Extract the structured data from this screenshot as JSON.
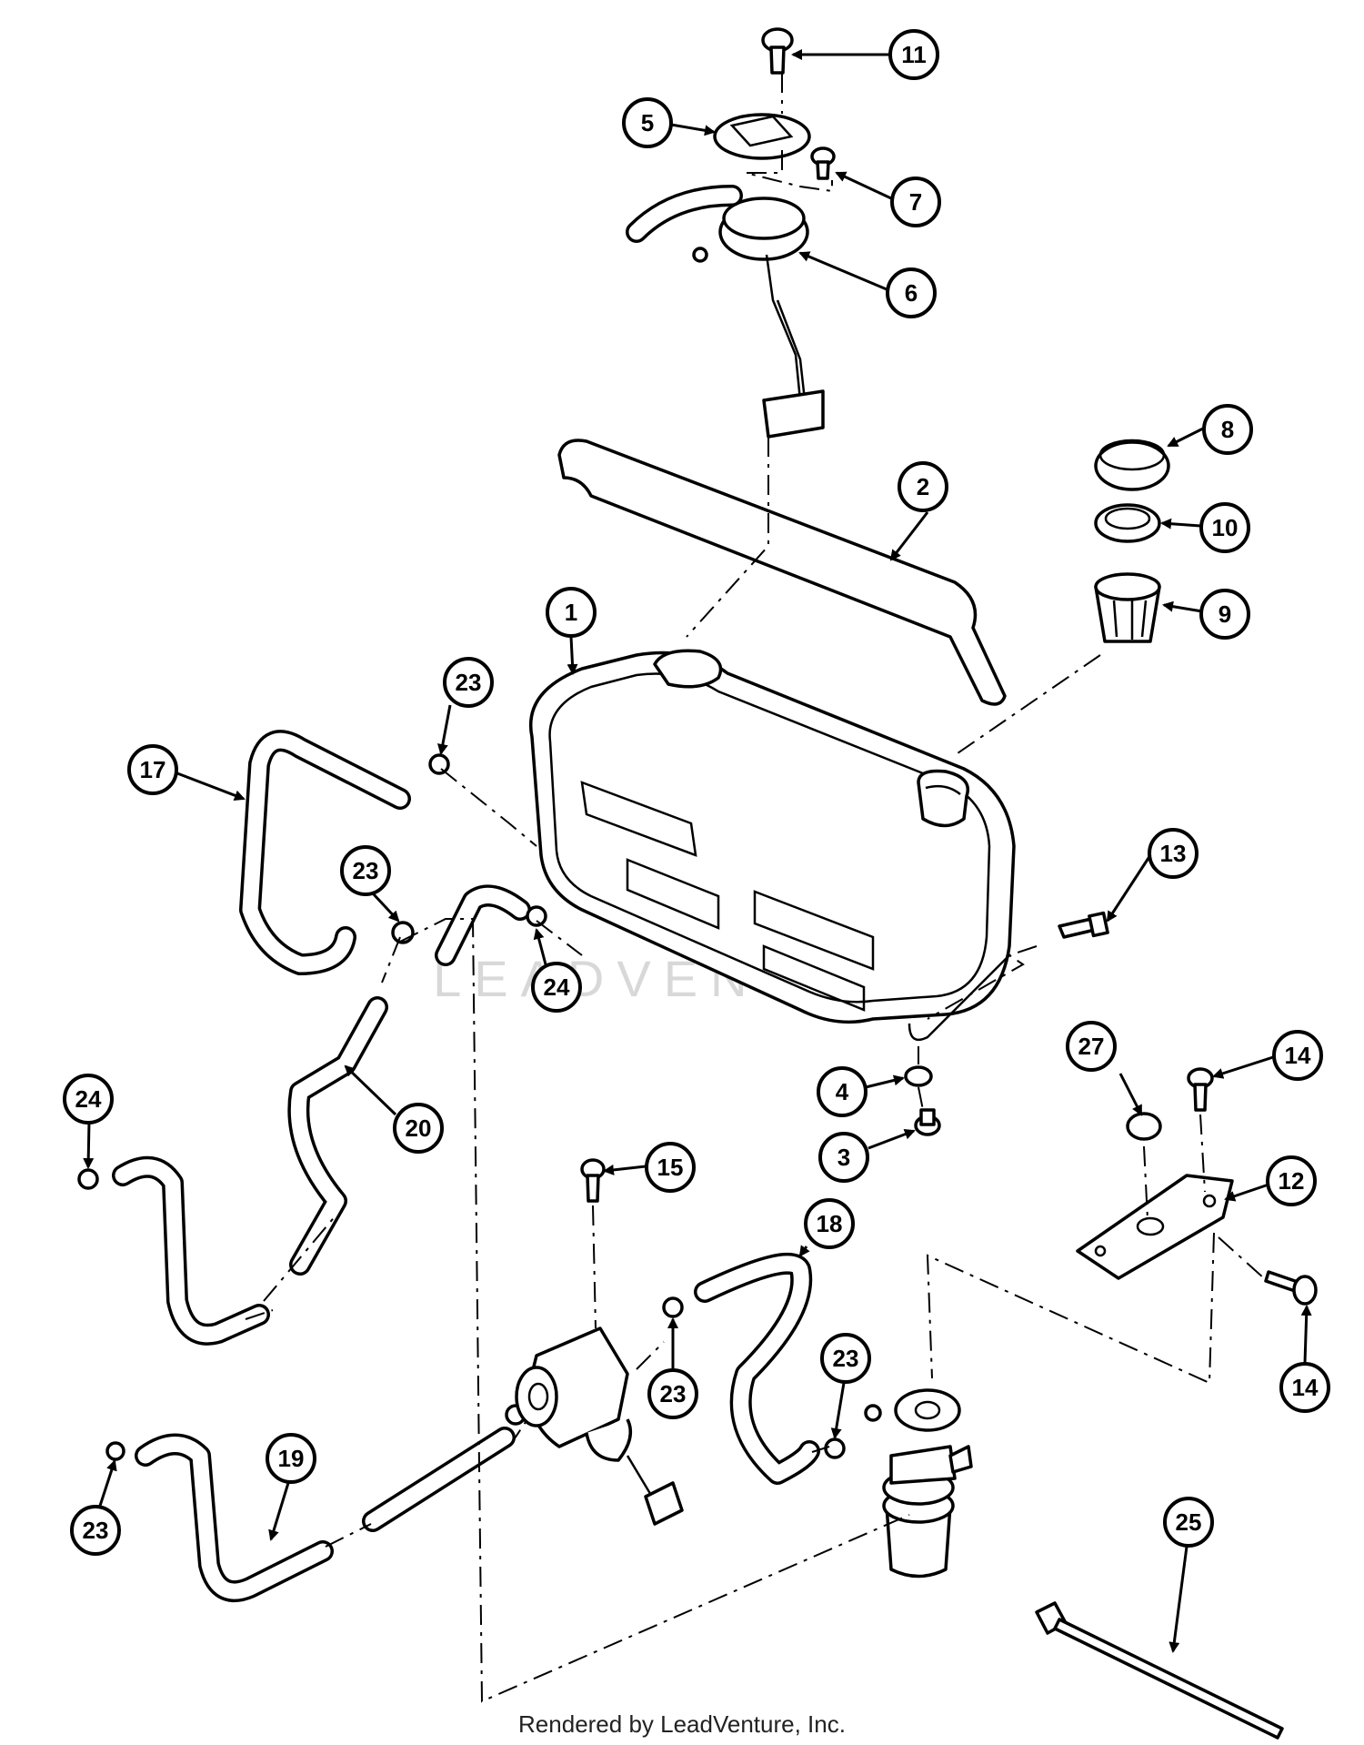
{
  "callouts": [
    {
      "id": "c1",
      "label": "1"
    },
    {
      "id": "c2",
      "label": "2"
    },
    {
      "id": "c3",
      "label": "3"
    },
    {
      "id": "c4",
      "label": "4"
    },
    {
      "id": "c5",
      "label": "5"
    },
    {
      "id": "c6",
      "label": "6"
    },
    {
      "id": "c7",
      "label": "7"
    },
    {
      "id": "c8",
      "label": "8"
    },
    {
      "id": "c9",
      "label": "9"
    },
    {
      "id": "c10",
      "label": "10"
    },
    {
      "id": "c11",
      "label": "11"
    },
    {
      "id": "c12",
      "label": "12"
    },
    {
      "id": "c13",
      "label": "13"
    },
    {
      "id": "c14a",
      "label": "14"
    },
    {
      "id": "c14b",
      "label": "14"
    },
    {
      "id": "c15",
      "label": "15"
    },
    {
      "id": "c17",
      "label": "17"
    },
    {
      "id": "c18",
      "label": "18"
    },
    {
      "id": "c19",
      "label": "19"
    },
    {
      "id": "c20",
      "label": "20"
    },
    {
      "id": "c23a",
      "label": "23"
    },
    {
      "id": "c23b",
      "label": "23"
    },
    {
      "id": "c23c",
      "label": "23"
    },
    {
      "id": "c23d",
      "label": "23"
    },
    {
      "id": "c23e",
      "label": "23"
    },
    {
      "id": "c24a",
      "label": "24"
    },
    {
      "id": "c24b",
      "label": "24"
    },
    {
      "id": "c25",
      "label": "25"
    },
    {
      "id": "c27",
      "label": "27"
    }
  ],
  "watermark": "LEADVENTURE",
  "footer": "Rendered by LeadVenture, Inc."
}
